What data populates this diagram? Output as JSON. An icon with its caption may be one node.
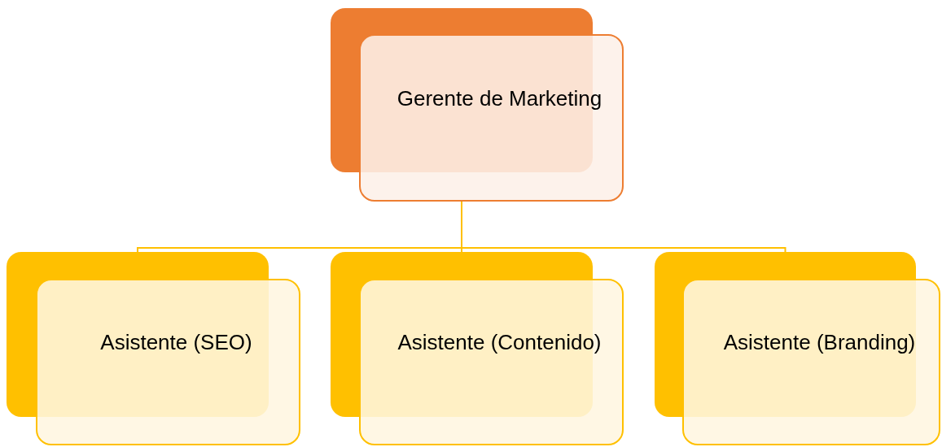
{
  "diagram": {
    "nodes": [
      {
        "text": [
          "Gerente de Marketing"
        ]
      },
      {
        "text": [
          "Asistente (SEO)"
        ]
      },
      {
        "text": [
          "Asistente (Contenido)"
        ]
      },
      {
        "text": [
          "Asistente (Branding)"
        ]
      }
    ],
    "edges": [
      {
        "from": 0,
        "to": 1,
        "arrow": "none"
      },
      {
        "from": 0,
        "to": 2,
        "arrow": "none"
      },
      {
        "from": 0,
        "to": 3,
        "arrow": "none"
      }
    ]
  }
}
